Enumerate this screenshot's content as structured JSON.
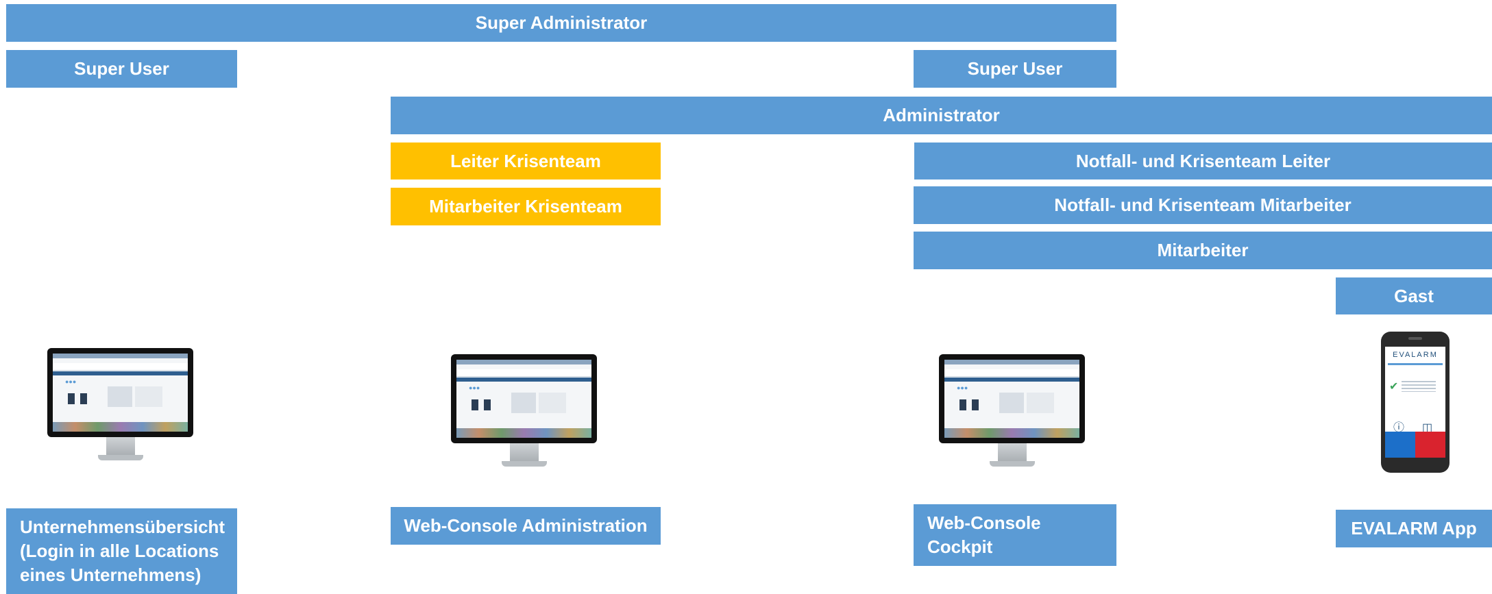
{
  "roles": {
    "super_administrator": "Super Administrator",
    "super_user_left": "Super User",
    "super_user_right": "Super User",
    "administrator": "Administrator",
    "leiter_krisenteam": "Leiter Krisenteam",
    "mitarbeiter_krisenteam": "Mitarbeiter Krisenteam",
    "notfall_leiter": "Notfall- und Krisenteam Leiter",
    "notfall_mitarbeiter": "Notfall- und Krisenteam Mitarbeiter",
    "mitarbeiter": "Mitarbeiter",
    "gast": "Gast"
  },
  "apps": {
    "unternehmensuebersicht": "Unternehmensübersicht\n(Login in alle Locations\neines Unternehmens)",
    "web_console_administration": "Web-Console Administration",
    "web_console_cockpit": "Web-Console\nCockpit",
    "evalarm_app": "EVALARM App"
  },
  "device": {
    "app_logo": "EVALARM"
  },
  "colors": {
    "blue": "#5b9bd5",
    "gold": "#ffc000"
  }
}
